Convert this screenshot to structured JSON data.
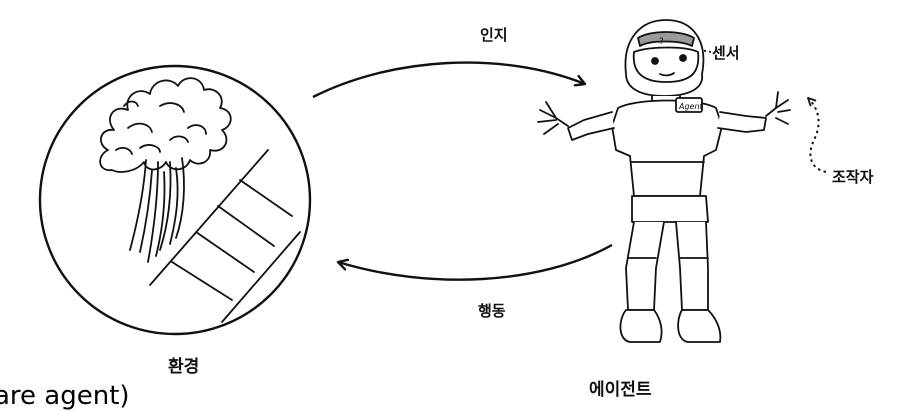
{
  "labels": {
    "perception": "인지",
    "action": "행동",
    "sensor": "센서",
    "actuator": "조작자",
    "environment": "환경",
    "agent": "에이전트",
    "cut_off_text": "are agent)",
    "badge": "Agent",
    "visor_mark": "?"
  },
  "colors": {
    "stroke": "#111111",
    "visor": "#9a9a9a",
    "background": "#ffffff"
  }
}
